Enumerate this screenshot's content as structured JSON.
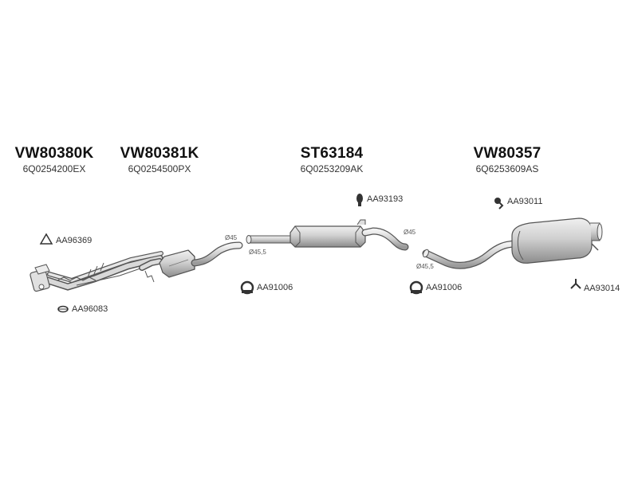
{
  "parts": [
    {
      "code": "VW80380K",
      "oem": "6Q0254200EX"
    },
    {
      "code": "VW80381K",
      "oem": "6Q0254500PX"
    },
    {
      "code": "ST63184",
      "oem": "6Q0253209AK"
    },
    {
      "code": "VW80357",
      "oem": "6Q6253609AS"
    }
  ],
  "accessories": [
    {
      "code": "AA96369",
      "icon": "gasket-icon"
    },
    {
      "code": "AA96083",
      "icon": "gasket-icon"
    },
    {
      "code": "AA91006",
      "icon": "clamp-icon"
    },
    {
      "code": "AA93193",
      "icon": "rubber-mount-icon"
    },
    {
      "code": "AA91006",
      "icon": "clamp-icon"
    },
    {
      "code": "AA93011",
      "icon": "hanger-icon"
    },
    {
      "code": "AA93014",
      "icon": "bracket-icon"
    }
  ],
  "dimensions": [
    "Ø45",
    "Ø45,5",
    "Ø45",
    "Ø45,5"
  ],
  "colors": {
    "line": "#555555",
    "fill": "#dcdcdc",
    "text": "#222222"
  }
}
